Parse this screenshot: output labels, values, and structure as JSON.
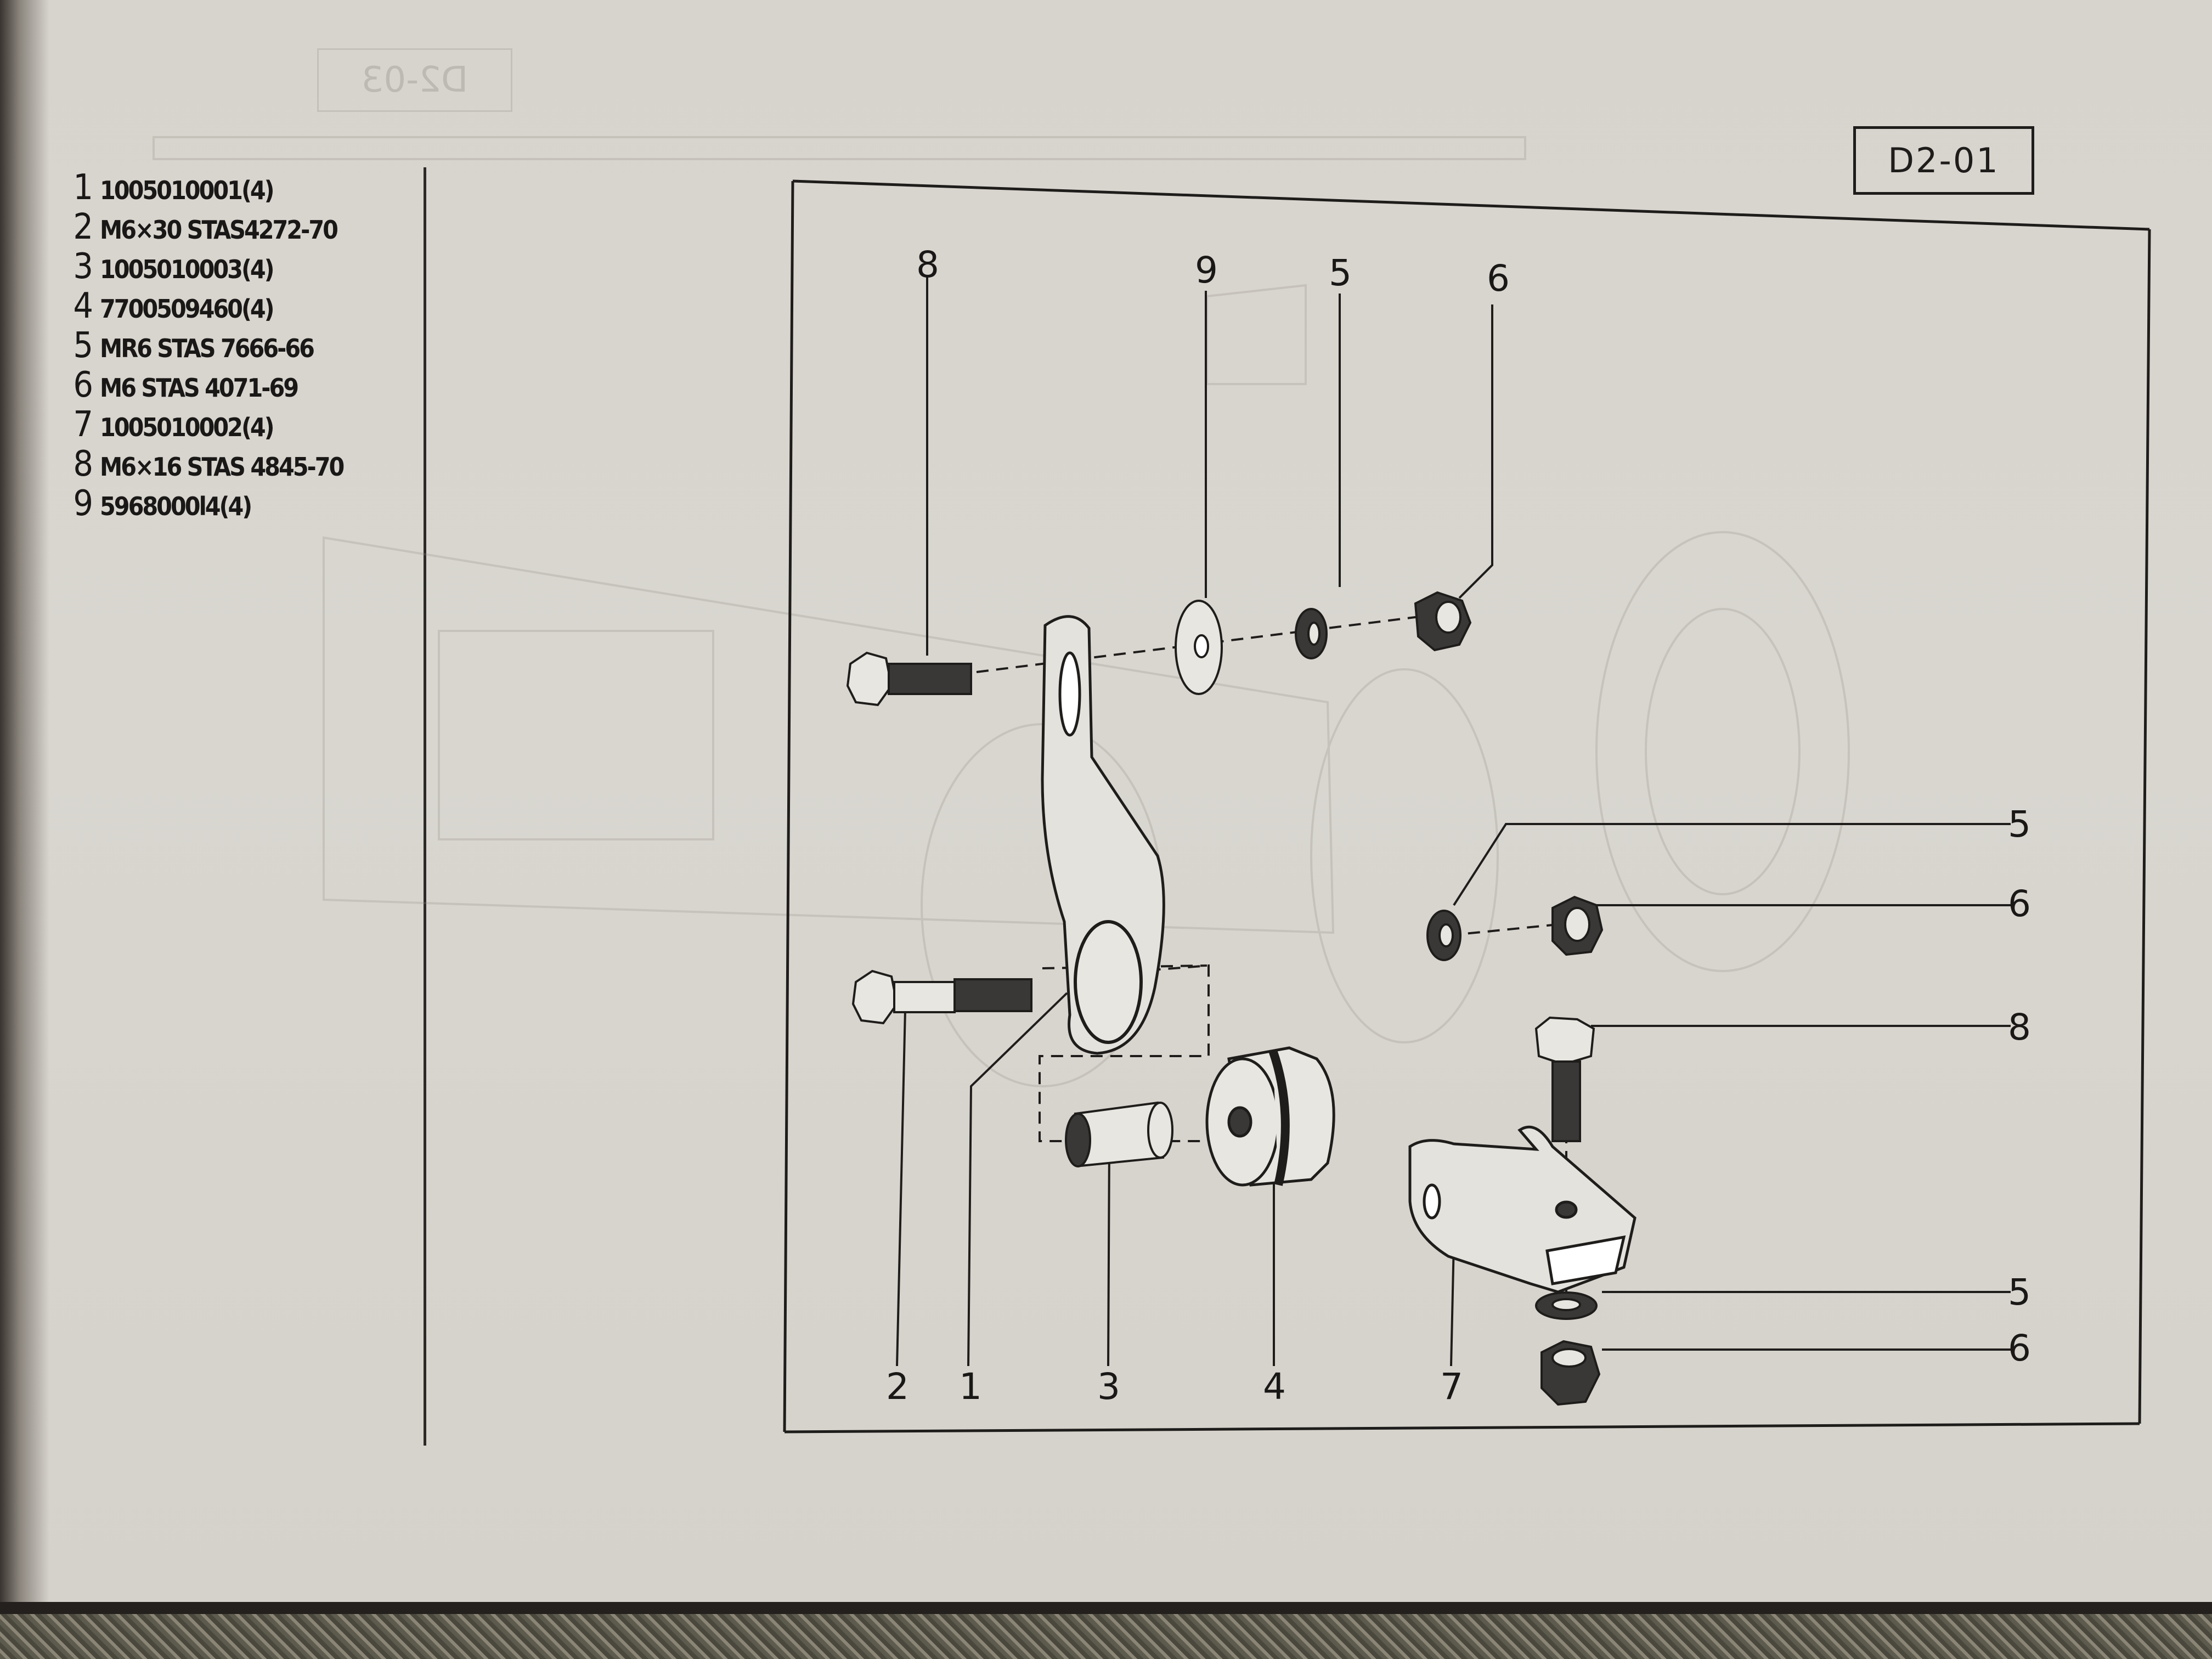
{
  "page_code": "D2-01",
  "faint_code": "D2-03",
  "parts": [
    {
      "num": "1",
      "code": "1005010001(4)"
    },
    {
      "num": "2",
      "code": "M6×30 STAS4272-70"
    },
    {
      "num": "3",
      "code": "1005010003(4)"
    },
    {
      "num": "4",
      "code": "7700509460(4)"
    },
    {
      "num": "5",
      "code": "MR6 STAS 7666-66"
    },
    {
      "num": "6",
      "code": "M6 STAS 4071-69"
    },
    {
      "num": "7",
      "code": "1005010002(4)"
    },
    {
      "num": "8",
      "code": "M6×16 STAS 4845-70"
    },
    {
      "num": "9",
      "code": "5968000l4(4)"
    }
  ],
  "callouts": {
    "top_8": "8",
    "top_9": "9",
    "top_5": "5",
    "top_6": "6",
    "right_5a": "5",
    "right_6a": "6",
    "right_8": "8",
    "right_5b": "5",
    "right_6b": "6",
    "bottom_2": "2",
    "bottom_1": "1",
    "bottom_3": "3",
    "bottom_4": "4",
    "bottom_7": "7"
  }
}
